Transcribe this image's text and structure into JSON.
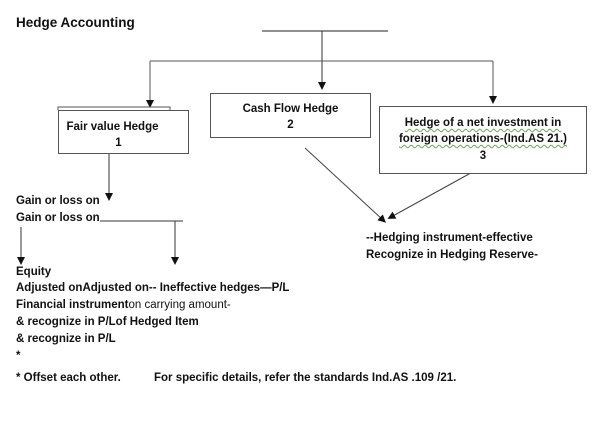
{
  "title": "Hedge Accounting",
  "boxes": {
    "fair_value": {
      "label": "Fair value Hedge",
      "number": "1"
    },
    "cash_flow": {
      "label": "Cash Flow Hedge",
      "number": "2"
    },
    "net_investment": {
      "label_line1": "Hedge of a net investment in",
      "label_line2": "foreign operations-(Ind.AS 21.)",
      "number": "3"
    }
  },
  "left_branch": {
    "gain_loss_1": "Gain or loss on",
    "gain_loss_2": "Gain or loss on",
    "equity": "Equity",
    "adjusted_line": "Adjusted onAdjusted on-- Ineffective hedges—P/L",
    "financial_instrument_bold": "Financial instrument",
    "financial_instrument_normal": "on carrying amount-",
    "recognize_1": "& recognize in P/Lof Hedged Item",
    "recognize_2": "& recognize in P/L",
    "asterisk": "*"
  },
  "right_branch": {
    "line1": "--Hedging instrument-effective",
    "line2": "Recognize in Hedging Reserve-"
  },
  "footer": {
    "offset": "* Offset each other.",
    "reference": "For specific details, refer the standards Ind.AS .109 /21."
  }
}
